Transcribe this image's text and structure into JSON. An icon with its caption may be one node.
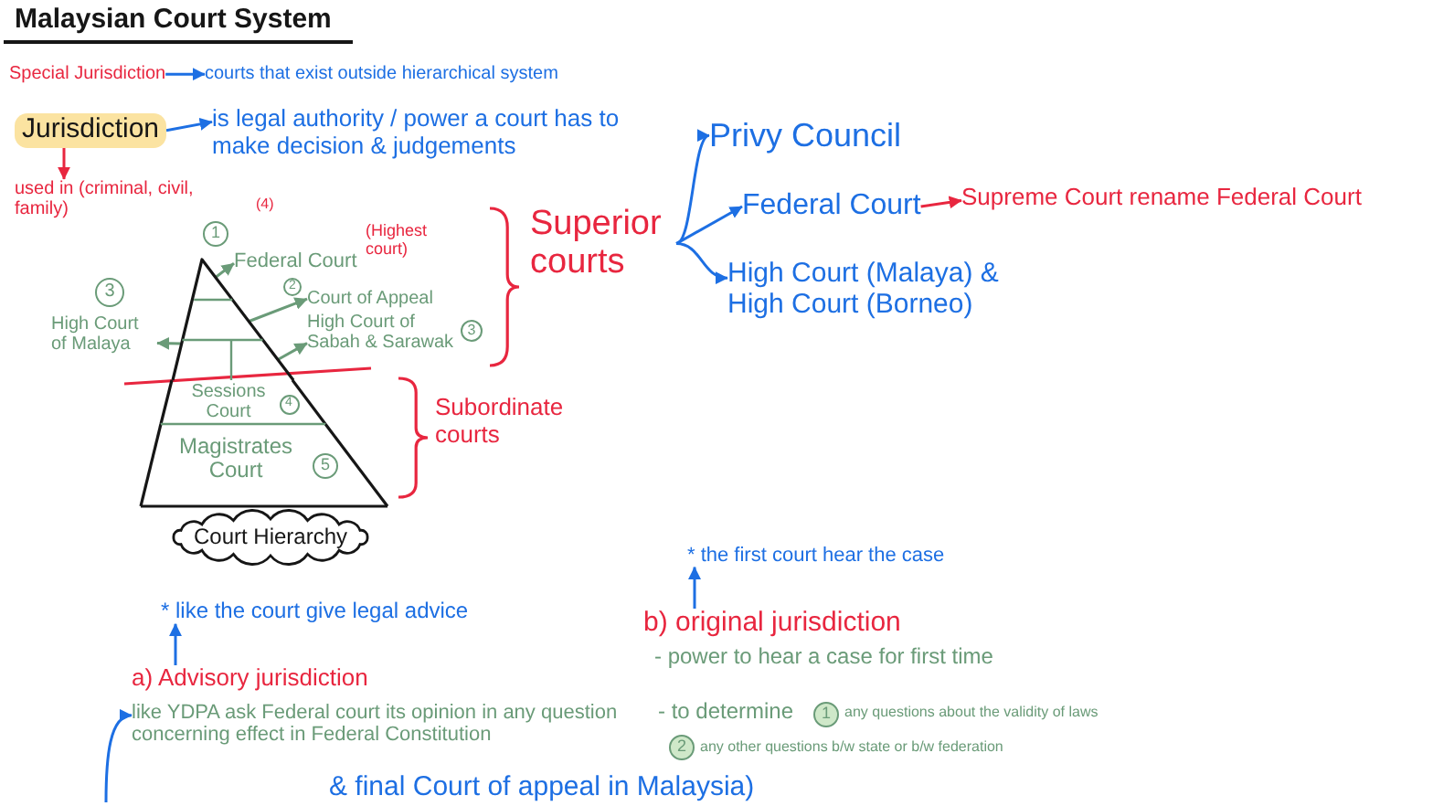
{
  "diagram": {
    "title": "Malaysian Court System",
    "nodes": [
      {
        "text": [
          "Special Jurisdiction"
        ]
      },
      {
        "text": [
          "courts that exist outside hierarchical system"
        ]
      },
      {
        "text": [
          "Jurisdiction"
        ]
      },
      {
        "text": [
          "is legal authority / power a court has to make decision & judgements"
        ]
      },
      {
        "text": [
          "used in (criminal, civil, family)"
        ]
      },
      {
        "text": [
          "1"
        ]
      },
      {
        "text": [],
        "shape": "triangle"
      },
      {
        "text": [
          "Federal Court",
          "(Highest court)"
        ]
      },
      {
        "text": [
          "2"
        ]
      },
      {
        "text": [
          "Court of Appeal"
        ]
      },
      {
        "text": [
          "3"
        ]
      },
      {
        "text": [
          "High Court of Malaya"
        ]
      },
      {
        "text": [
          "High Court of Sabah & Sarawak"
        ]
      },
      {
        "text": [
          "3"
        ]
      },
      {
        "text": [
          "Sessions Court"
        ]
      },
      {
        "text": [
          "4"
        ],
        "in": 14
      },
      {
        "text": [
          "Magistrates Court"
        ]
      },
      {
        "text": [
          "5"
        ],
        "in": 16
      },
      {
        "text": [
          "Court Hierarchy"
        ]
      },
      {
        "text": [
          "Superior courts"
        ]
      },
      {
        "text": [
          "Privy Council"
        ]
      },
      {
        "text": [
          "Federal Court"
        ]
      },
      {
        "text": [
          "Supreme Court rename Federal Court"
        ]
      },
      {
        "text": [
          "High Court (Malaya) & High Court (Borneo)"
        ]
      },
      {
        "text": [
          "* like the court give legal advice"
        ]
      },
      {
        "text": [
          "a) Advisory jurisdiction"
        ]
      },
      {
        "text": [
          "like YDPA ask Federal court its opinion in any question concerning effect in Federal Constitution"
        ]
      },
      {
        "text": [
          "* the first court hear the case"
        ]
      },
      {
        "text": [
          "b) original jurisdiction"
        ]
      },
      {
        "text": [
          "1"
        ],
        "beside": [
          "any questions about the validity of laws"
        ]
      },
      {
        "text": [
          "2"
        ],
        "beside": [
          "any other questions b/w state or b/w federation"
        ]
      }
    ],
    "edges": [
      {
        "from": 0,
        "to": 1,
        "arrow": "to"
      },
      {
        "from": 2,
        "to": 3,
        "arrow": "to"
      },
      {
        "from": 2,
        "to": 4,
        "arrow": "to",
        "color": "#e8263f"
      },
      {
        "from": 6,
        "to": 7,
        "arrow": "to",
        "color": "#6a9b78"
      },
      {
        "from": 6,
        "to": 9,
        "arrow": "to",
        "color": "#6a9b78"
      },
      {
        "from": 6,
        "to": 12,
        "arrow": "to",
        "color": "#6a9b78"
      },
      {
        "from": 6,
        "to": 11,
        "arrow": "to",
        "color": "#6a9b78"
      },
      {
        "from": 19,
        "to": 20,
        "arrow": "to"
      },
      {
        "from": 19,
        "to": 21,
        "arrow": "to"
      },
      {
        "from": 19,
        "to": 23,
        "arrow": "to"
      },
      {
        "from": 21,
        "to": 22,
        "arrow": "to",
        "color": "#e8263f"
      },
      {
        "from": 25,
        "to": 24,
        "arrow": "to"
      },
      {
        "from": null,
        "to": 26,
        "arrow": "to"
      },
      {
        "from": 28,
        "to": 27,
        "arrow": "to"
      }
    ],
    "labels": [
      "(4)",
      "Subordinate courts",
      "- power to hear a case for first time",
      "- to determine",
      "& final Court of appeal in Malaysia)"
    ]
  }
}
